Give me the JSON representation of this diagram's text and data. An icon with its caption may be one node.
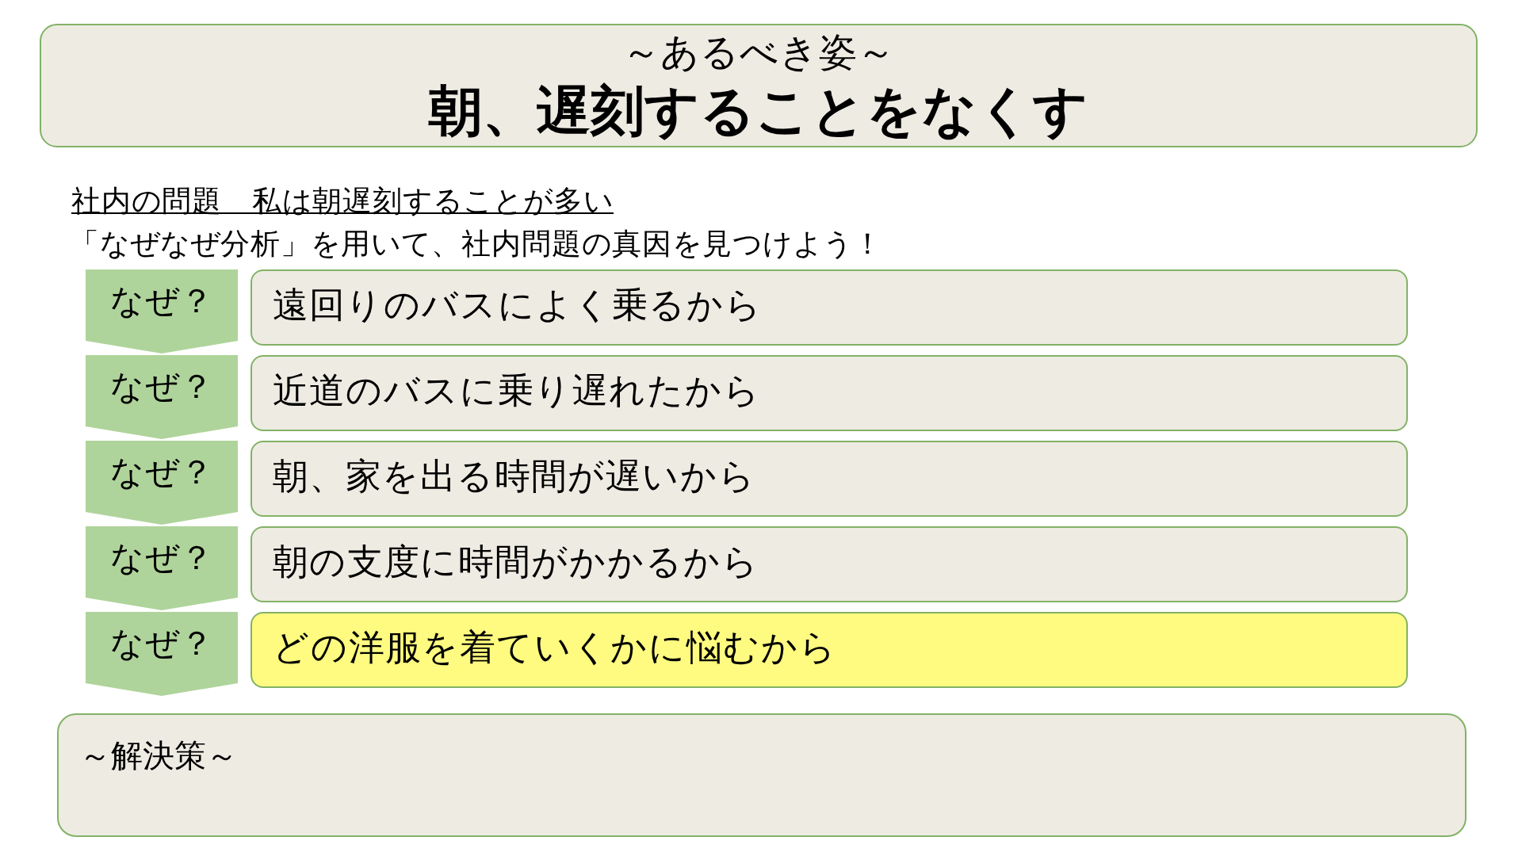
{
  "diagram": {
    "nodes": [
      {
        "text": [
          "～あるべき姿～",
          "朝、遅刻することをなくす"
        ]
      },
      {
        "text": [
          "なぜ？"
        ]
      },
      {
        "text": [
          "遠回りのバスによく乗るから"
        ]
      },
      {
        "text": [
          "なぜ？"
        ]
      },
      {
        "text": [
          "近道のバスに乗り遅れたから"
        ]
      },
      {
        "text": [
          "なぜ？"
        ]
      },
      {
        "text": [
          "朝、家を出る時間が遅いから"
        ]
      },
      {
        "text": [
          "なぜ？"
        ]
      },
      {
        "text": [
          "朝の支度に時間がかかるから"
        ]
      },
      {
        "text": [
          "なぜ？"
        ]
      },
      {
        "text": [
          "どの洋服を着ていくかに悩むから"
        ]
      },
      {
        "text": [
          "～解決策～"
        ]
      }
    ],
    "labels": [
      "社内の問題　私は朝遅刻することが多い",
      "「なぜなぜ分析」を用いて、社内問題の真因を見つけよう！"
    ]
  }
}
